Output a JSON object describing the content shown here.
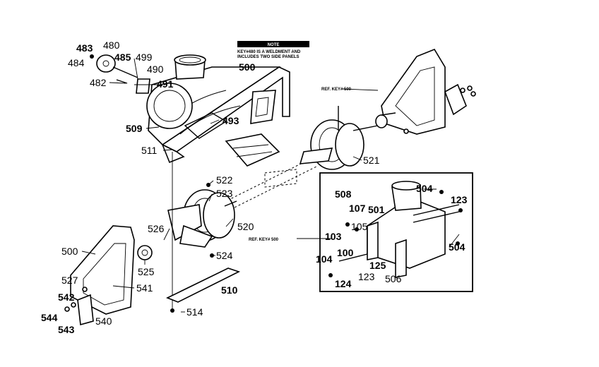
{
  "diagram": {
    "note": {
      "heading": "NOTE",
      "line1": "KEY#480 IS A WELDMENT AND",
      "line2": "INCLUDES TWO SIDE PANELS"
    },
    "ref_labels": [
      "REF. KEY# 500",
      "REF. KEY# 500"
    ],
    "callouts": {
      "c483": "483",
      "c480": "480",
      "c484": "484",
      "c485": "485",
      "c499": "499",
      "c490": "490",
      "c482": "482",
      "c491": "491",
      "c500a": "500",
      "c509": "509",
      "c493": "493",
      "c511": "511",
      "c521": "521",
      "c522": "522",
      "c523": "523",
      "c526": "526",
      "c520": "520",
      "c500b": "500",
      "c525": "525",
      "c524": "524",
      "c527": "527",
      "c541": "541",
      "c542": "542",
      "c544": "544",
      "c543": "543",
      "c540": "540",
      "c510": "510",
      "c514": "514",
      "c508": "508",
      "c504a": "504",
      "c123a": "123",
      "c107": "107",
      "c501": "501",
      "c105": "105",
      "c103": "103",
      "c100": "100",
      "c104": "104",
      "c125": "125",
      "c123b": "123",
      "c124": "124",
      "c506": "506",
      "c504b": "504"
    }
  }
}
